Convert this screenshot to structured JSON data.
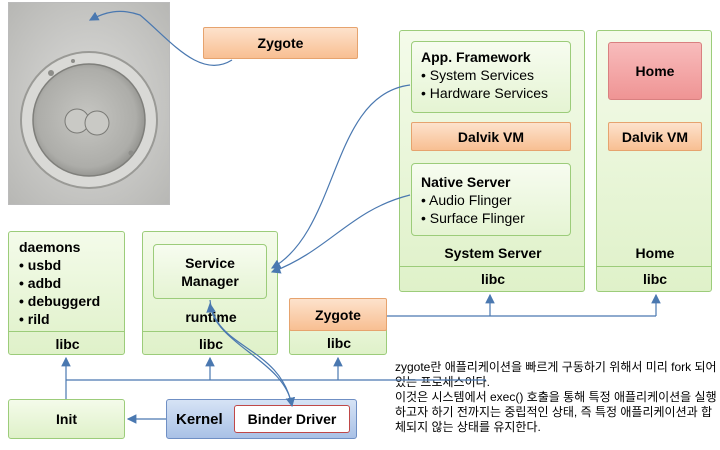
{
  "zygote_top": "Zygote",
  "system_server": {
    "app_framework_title": "App. Framework",
    "app_framework_items": [
      "System Services",
      "Hardware Services"
    ],
    "dalvik": "Dalvik VM",
    "native_title": "Native Server",
    "native_items": [
      "Audio Flinger",
      "Surface Flinger"
    ],
    "label": "System Server",
    "libc": "libc"
  },
  "home_panel": {
    "home_app": "Home",
    "dalvik": "Dalvik VM",
    "label": "Home",
    "libc": "libc"
  },
  "daemons_panel": {
    "title": "daemons",
    "items": [
      "usbd",
      "adbd",
      "debuggerd",
      "rild"
    ],
    "libc": "libc"
  },
  "runtime_panel": {
    "service_manager": "Service Manager",
    "label": "runtime",
    "libc": "libc"
  },
  "zygote_panel": {
    "label": "Zygote",
    "libc": "libc"
  },
  "init": "Init",
  "kernel": {
    "label": "Kernel",
    "binder": "Binder Driver"
  },
  "note": [
    "zygote란 애플리케이션을 빠르게 구동하기 위해서 미리 fork 되어 있는 프로세스이다.",
    "이것은 시스템에서 exec() 호출을 통해 특정 애플리케이션을 실행하고자 하기 전까지는 중립적인 상태, 즉 특정 애플리케이션과 합체되지 않는 상태를 유지한다."
  ],
  "colors": {
    "green_fill": "#e2f2cf",
    "green_border": "#9ccc7a",
    "orange_fill": "#f9c39a",
    "home_red": "#f3a0a0",
    "kernel_blue": "#b9cdea",
    "arrow": "#4a78b0"
  }
}
